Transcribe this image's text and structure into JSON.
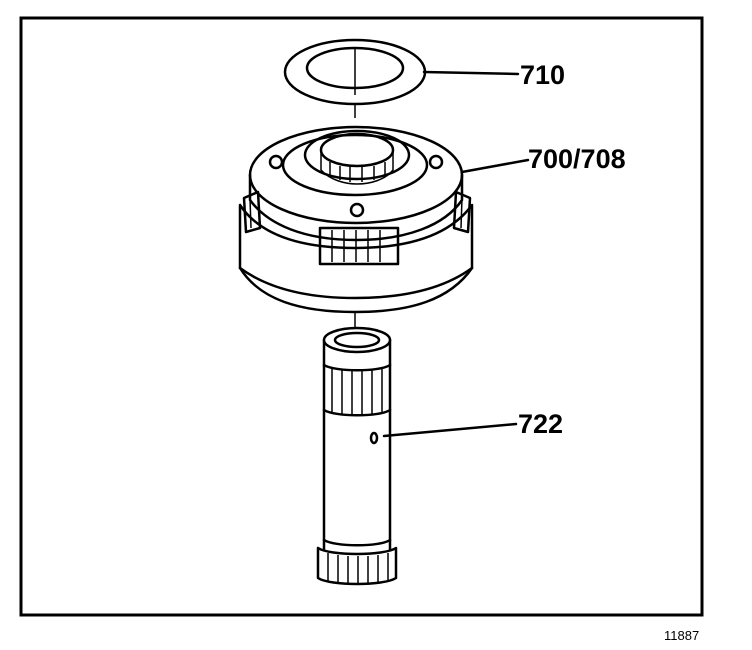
{
  "callouts": [
    {
      "id": "710",
      "text": "710",
      "target": "thrust washer"
    },
    {
      "id": "700-708",
      "text": "700/708",
      "target": "planetary carrier assembly"
    },
    {
      "id": "722",
      "text": "722",
      "target": "sun gear shaft"
    }
  ],
  "figure_number": "11887",
  "colors": {
    "ink": "#000000",
    "background": "#ffffff"
  }
}
